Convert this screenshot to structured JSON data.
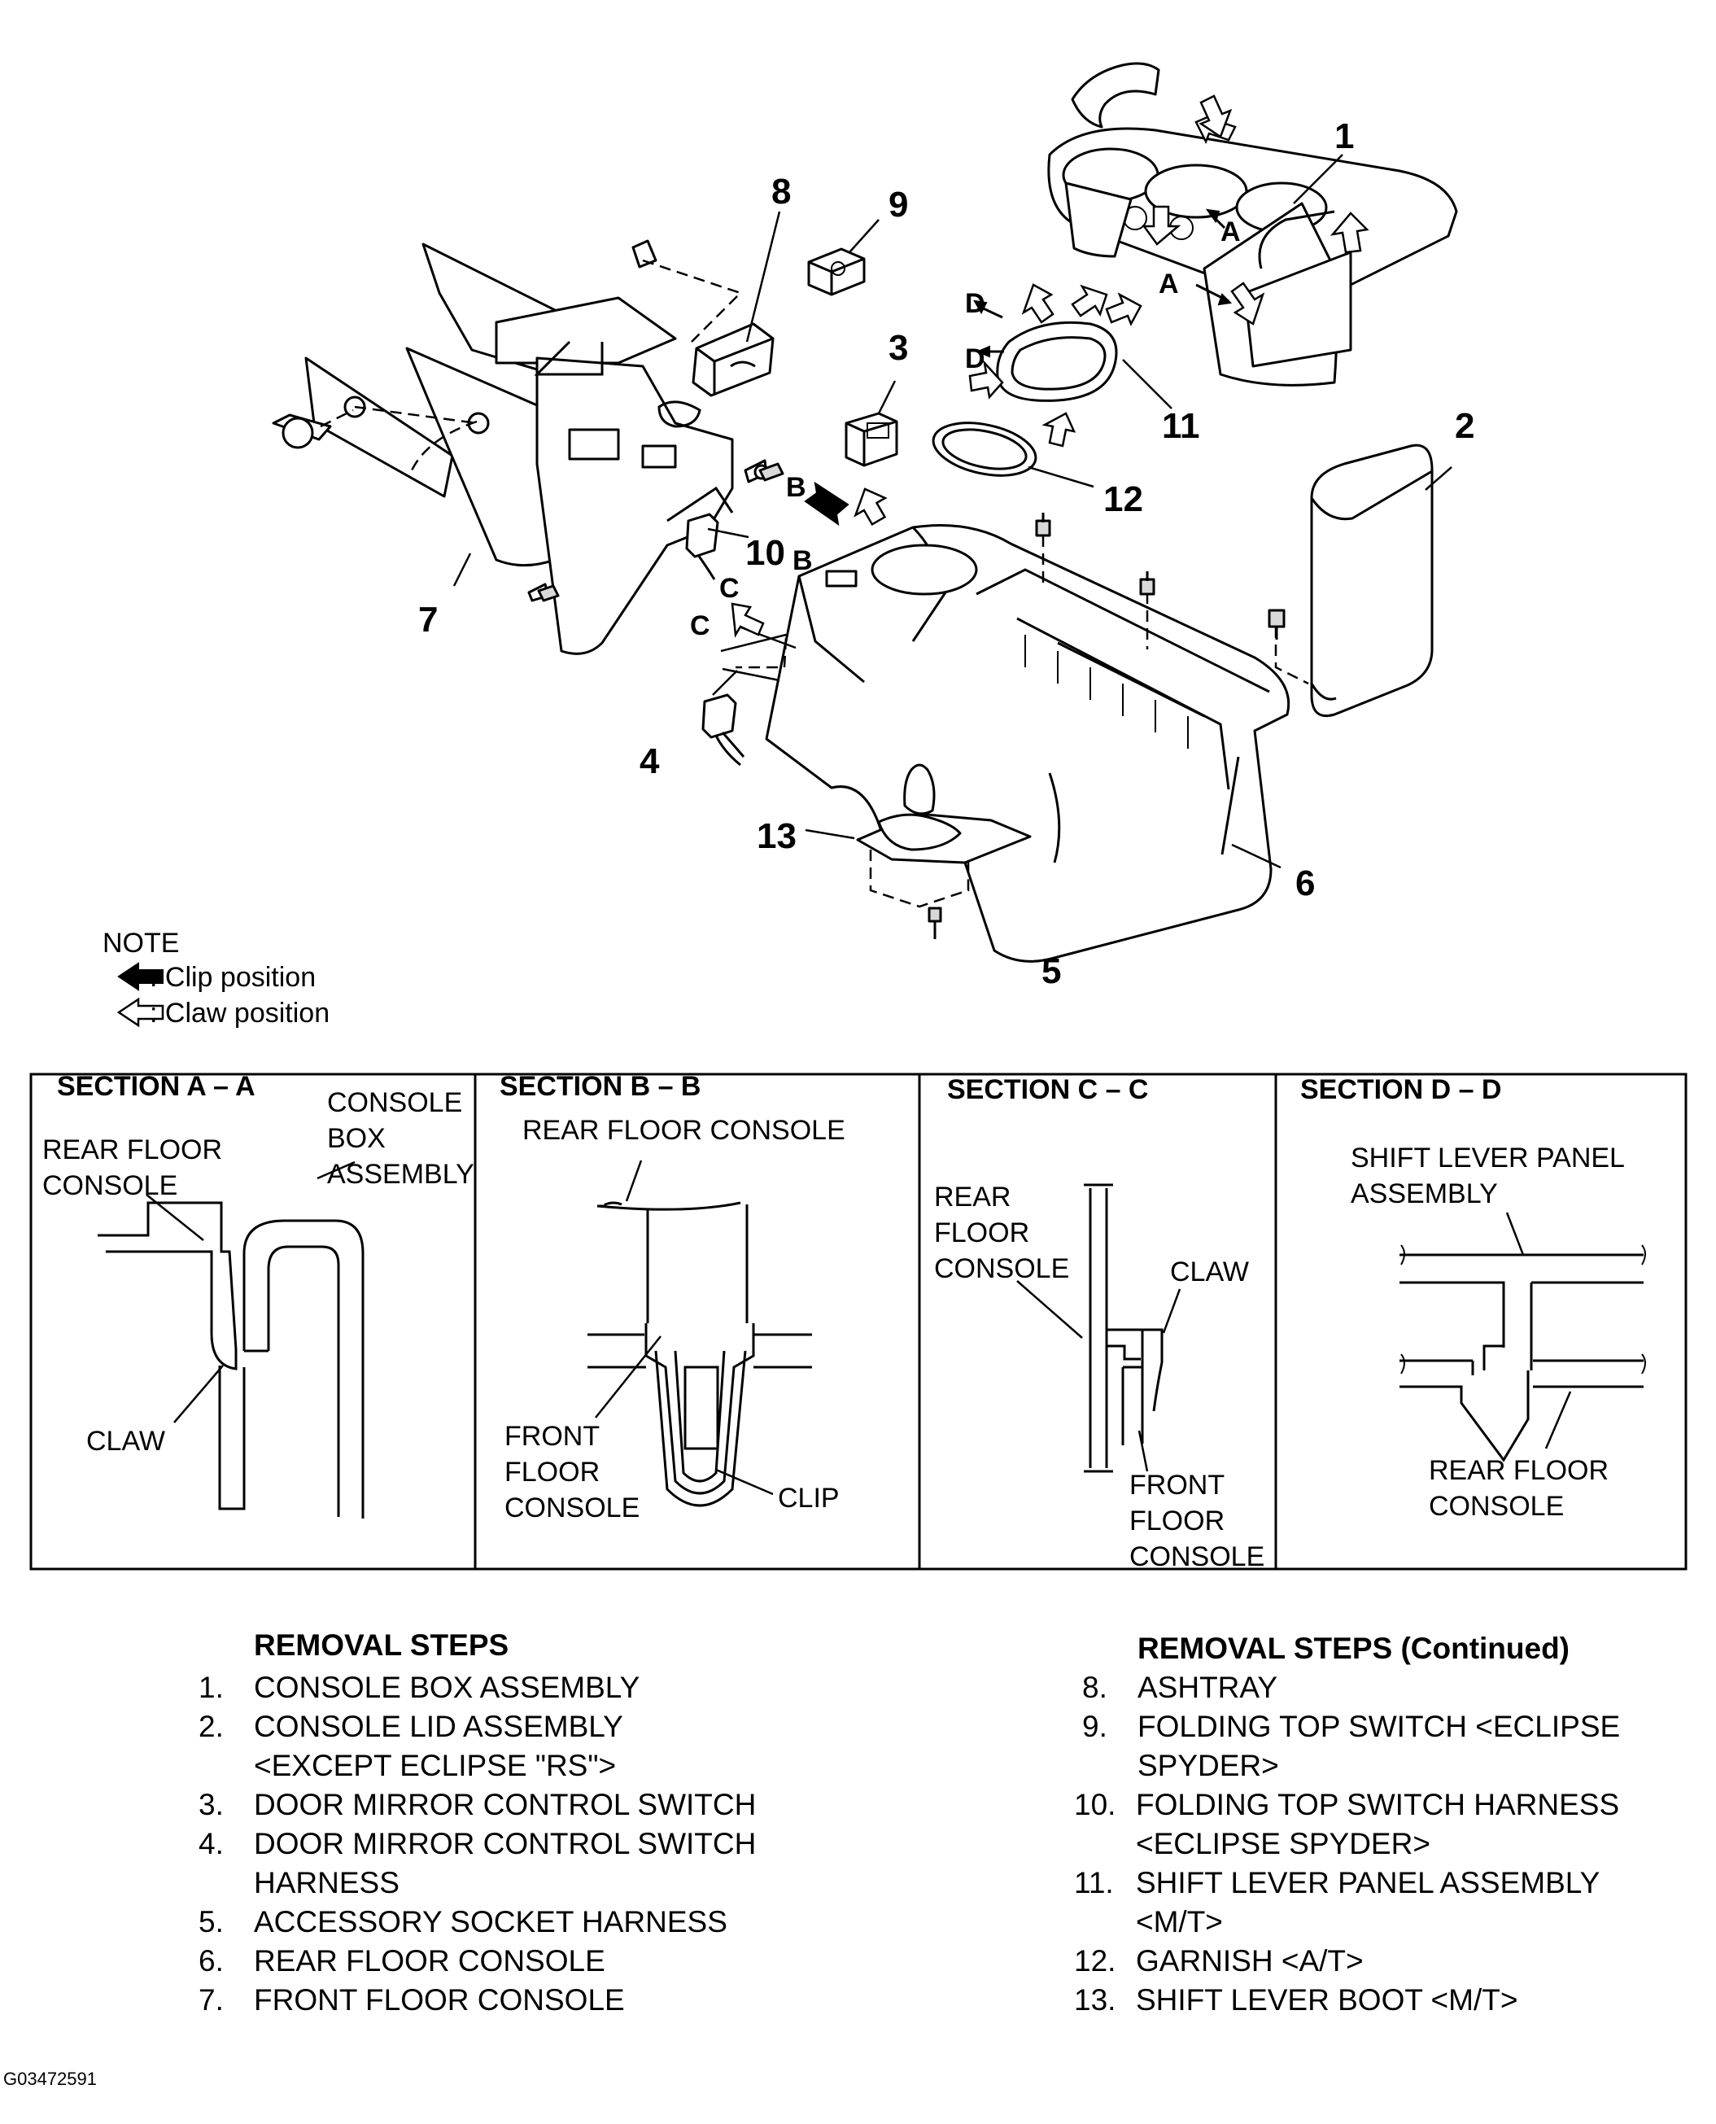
{
  "callouts": {
    "n1": "1",
    "n2": "2",
    "n3": "3",
    "n4": "4",
    "n5": "5",
    "n6": "6",
    "n7": "7",
    "n8": "8",
    "n9": "9",
    "n10": "10",
    "n11": "11",
    "n12": "12",
    "n13": "13"
  },
  "section_letters": {
    "a": "A",
    "b": "B",
    "c": "C",
    "d": "D"
  },
  "note": {
    "title": "NOTE",
    "clip": ": Clip position",
    "claw": ": Claw position"
  },
  "sections": {
    "aa": {
      "title": "SECTION A – A",
      "console_box_1": "CONSOLE",
      "console_box_2": "BOX",
      "console_box_3": "ASSEMBLY",
      "rear_1": "REAR FLOOR",
      "rear_2": "CONSOLE",
      "claw": "CLAW"
    },
    "bb": {
      "title": "SECTION B – B",
      "rear": "REAR FLOOR CONSOLE",
      "front_1": "FRONT",
      "front_2": "FLOOR",
      "front_3": "CONSOLE",
      "clip": "CLIP"
    },
    "cc": {
      "title": "SECTION C – C",
      "rear_1": "REAR",
      "rear_2": "FLOOR",
      "rear_3": "CONSOLE",
      "claw": "CLAW",
      "front_1": "FRONT",
      "front_2": "FLOOR",
      "front_3": "CONSOLE"
    },
    "dd": {
      "title": "SECTION D – D",
      "shift_1": "SHIFT LEVER PANEL",
      "shift_2": "ASSEMBLY",
      "rear_1": "REAR FLOOR",
      "rear_2": "CONSOLE"
    }
  },
  "removal": {
    "title": "REMOVAL STEPS",
    "title_cont": "REMOVAL STEPS (Continued)",
    "steps": [
      {
        "num": "1.",
        "lines": [
          "CONSOLE BOX ASSEMBLY"
        ]
      },
      {
        "num": "2.",
        "lines": [
          "CONSOLE LID ASSEMBLY",
          "<EXCEPT ECLIPSE \"RS\">"
        ]
      },
      {
        "num": "3.",
        "lines": [
          "DOOR MIRROR CONTROL SWITCH"
        ]
      },
      {
        "num": "4.",
        "lines": [
          "DOOR MIRROR CONTROL SWITCH",
          "HARNESS"
        ]
      },
      {
        "num": "5.",
        "lines": [
          "ACCESSORY SOCKET HARNESS"
        ]
      },
      {
        "num": "6.",
        "lines": [
          "REAR FLOOR CONSOLE"
        ]
      },
      {
        "num": "7.",
        "lines": [
          "FRONT FLOOR CONSOLE"
        ]
      },
      {
        "num": "8.",
        "lines": [
          "ASHTRAY"
        ]
      },
      {
        "num": "9.",
        "lines": [
          "FOLDING TOP SWITCH <ECLIPSE",
          "SPYDER>"
        ]
      },
      {
        "num": "10.",
        "lines": [
          "FOLDING TOP SWITCH HARNESS",
          "<ECLIPSE SPYDER>"
        ]
      },
      {
        "num": "11.",
        "lines": [
          "SHIFT LEVER PANEL ASSEMBLY",
          "<M/T>"
        ]
      },
      {
        "num": "12.",
        "lines": [
          "GARNISH <A/T>"
        ]
      },
      {
        "num": "13.",
        "lines": [
          "SHIFT LEVER BOOT <M/T>"
        ]
      }
    ]
  },
  "figure_code": "G03472591"
}
